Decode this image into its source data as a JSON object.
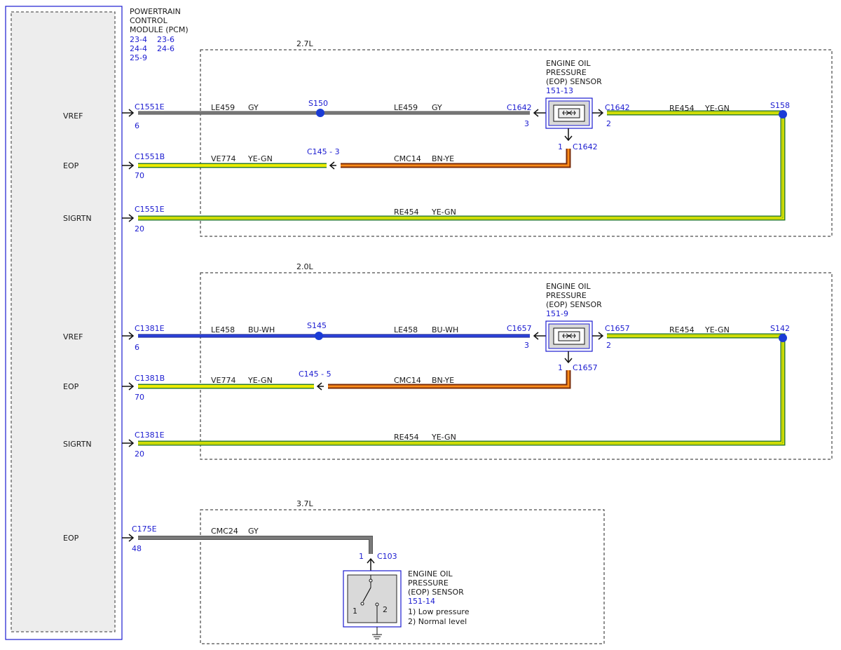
{
  "pcm": {
    "title_lines": [
      "POWERTRAIN",
      "CONTROL",
      "MODULE (PCM)"
    ],
    "refs": [
      "23-4",
      "23-6",
      "24-4",
      "24-6",
      "25-9"
    ],
    "pins": [
      "VREF",
      "EOP",
      "SIGRTN",
      "VREF",
      "EOP",
      "SIGRTN",
      "EOP"
    ]
  },
  "sections": {
    "s27": {
      "title": "2.7L",
      "c_vref": "C1551E",
      "p_vref": "6",
      "c_eop": "C1551B",
      "p_eop": "70",
      "c_sig": "C1551E",
      "p_sig": "20",
      "w1_circuit": "LE459",
      "w1_color": "GY",
      "splice1": "S150",
      "w2_circuit": "LE459",
      "w2_color": "GY",
      "sensor_conn": "C1642",
      "sensor_pin_left": "3",
      "sensor_pin_right": "2",
      "sensor_pin_bottom": "1",
      "sensor_name": [
        "ENGINE OIL",
        "PRESSURE",
        "(EOP) SENSOR"
      ],
      "sensor_ref": "151-13",
      "w3_circuit": "RE454",
      "w3_color": "YE-GN",
      "splice2": "S158",
      "eop_circuit": "VE774",
      "eop_color": "YE-GN",
      "inline": "C145  -  3",
      "cmc_circuit": "CMC14",
      "cmc_color": "BN-YE",
      "sig_circuit": "RE454",
      "sig_color": "YE-GN"
    },
    "s20": {
      "title": "2.0L",
      "c_vref": "C1381E",
      "p_vref": "6",
      "c_eop": "C1381B",
      "p_eop": "70",
      "c_sig": "C1381E",
      "p_sig": "20",
      "w1_circuit": "LE458",
      "w1_color": "BU-WH",
      "splice1": "S145",
      "w2_circuit": "LE458",
      "w2_color": "BU-WH",
      "sensor_conn": "C1657",
      "sensor_pin_left": "3",
      "sensor_pin_right": "2",
      "sensor_pin_bottom": "1",
      "sensor_name": [
        "ENGINE OIL",
        "PRESSURE",
        "(EOP) SENSOR"
      ],
      "sensor_ref": "151-9",
      "w3_circuit": "RE454",
      "w3_color": "YE-GN",
      "splice2": "S142",
      "eop_circuit": "VE774",
      "eop_color": "YE-GN",
      "inline": "C145  -  5",
      "cmc_circuit": "CMC14",
      "cmc_color": "BN-YE",
      "sig_circuit": "RE454",
      "sig_color": "YE-GN"
    },
    "s37": {
      "title": "3.7L",
      "conn": "C175E",
      "pin": "48",
      "circuit": "CMC24",
      "color": "GY",
      "sensor_pin": "1",
      "sensor_conn": "C103",
      "switch_pin1": "1",
      "switch_pin2": "2",
      "sensor_name": [
        "ENGINE OIL",
        "PRESSURE",
        "(EOP) SENSOR"
      ],
      "sensor_ref": "151-14",
      "notes": [
        "1) Low pressure",
        "2) Normal level"
      ]
    }
  },
  "colors": {
    "gray_wire": "#707070",
    "blue_wire": "#2233cc",
    "yellow_wire": "#e6e600",
    "green_stripe": "#2e8b2e",
    "brown_wire": "#8b3a10",
    "orange_stripe": "#ff8c00",
    "label_blue": "#1a1ad0"
  }
}
